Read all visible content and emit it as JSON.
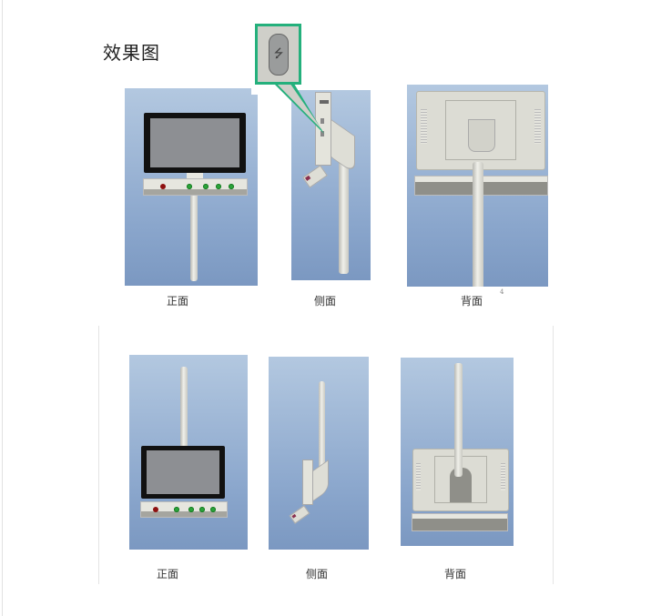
{
  "title": "效果图",
  "page_mark": "4",
  "row1": {
    "captions": [
      "正面",
      "侧面",
      "背面"
    ]
  },
  "row2": {
    "captions": [
      "正面",
      "侧面",
      "背面"
    ]
  },
  "callout": {
    "icon": "usb-icon",
    "glyph": "⭍",
    "border_color": "#24b07c"
  },
  "colors": {
    "red_button": "#8e1010",
    "green_button": "#2aa33a",
    "background_top": "#b3c8e0",
    "background_bottom": "#7b98c1"
  }
}
